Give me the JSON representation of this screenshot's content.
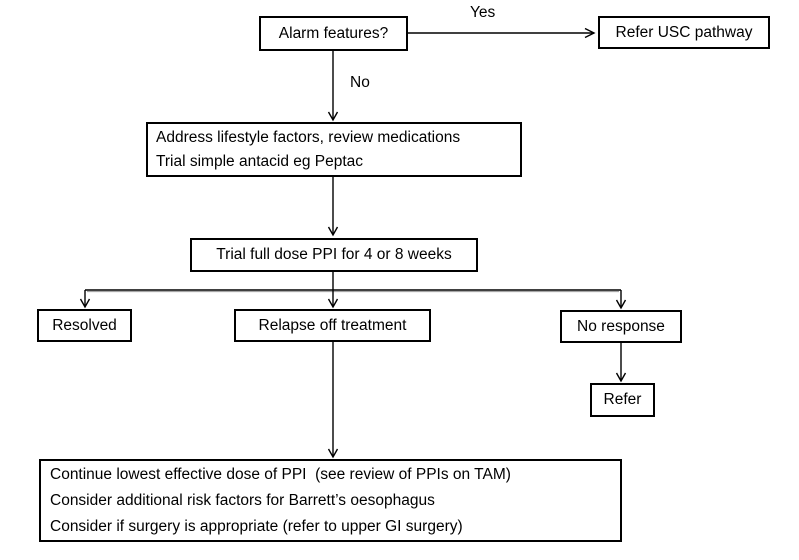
{
  "diagram": {
    "description": "Dyspepsia / reflux management decision flowchart",
    "nodes": {
      "alarm": {
        "label": "Alarm features?"
      },
      "refer_usc": {
        "label": "Refer USC pathway"
      },
      "lifestyle": {
        "line1": "Address lifestyle factors, review medications",
        "line2": "Trial simple antacid eg Peptac"
      },
      "ppi_trial": {
        "label": "Trial full dose PPI for 4 or 8 weeks"
      },
      "resolved": {
        "label": "Resolved"
      },
      "relapse": {
        "label": "Relapse off treatment"
      },
      "no_response": {
        "label": "No response"
      },
      "refer": {
        "label": "Refer"
      },
      "continue": {
        "line1": "Continue lowest effective dose of PPI  (see review of PPIs on TAM)",
        "line2": "Consider additional risk factors for Barrett’s oesophagus",
        "line3": "Consider if surgery is appropriate (refer to upper GI surgery)"
      }
    },
    "edge_labels": {
      "yes": "Yes",
      "no": "No"
    },
    "colors": {
      "border": "#000000",
      "text": "#000000",
      "background": "#ffffff",
      "line": "#000000",
      "branch_shadow": "#9a9a9a"
    }
  }
}
